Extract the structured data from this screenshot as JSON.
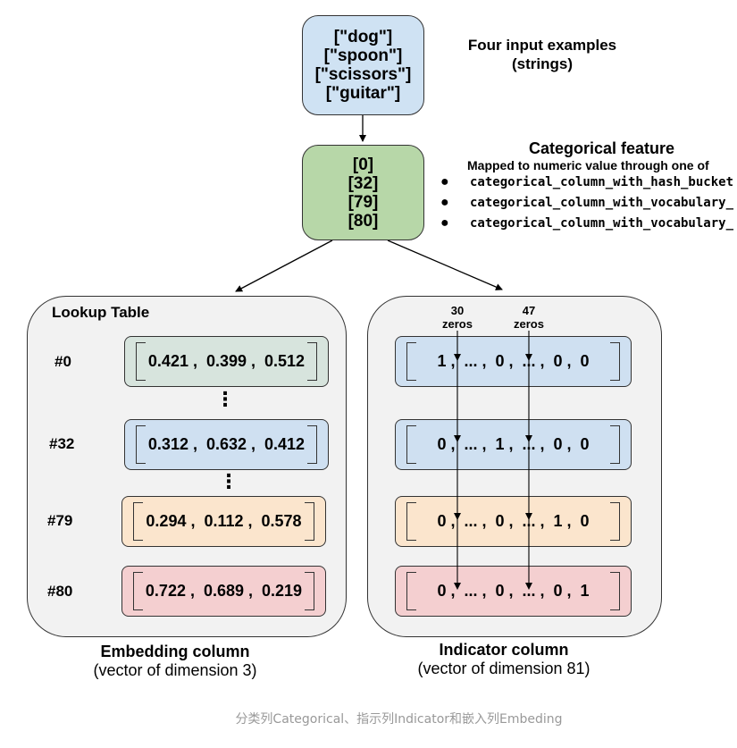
{
  "input_box": {
    "lines": [
      "[\"dog\"]",
      "[\"spoon\"]",
      "[\"scissors\"]",
      "[\"guitar\"]"
    ]
  },
  "input_caption": {
    "line1": "Four input examples",
    "line2": "(strings)"
  },
  "categorical_box": {
    "lines": [
      "[0]",
      "[32]",
      "[79]",
      "[80]"
    ]
  },
  "categorical_caption": {
    "title": "Categorical feature",
    "subtitle": "Mapped to numeric value through one of",
    "bullets": [
      "categorical_column_with_hash_bucket",
      "categorical_column_with_vocabulary_",
      "categorical_column_with_vocabulary_"
    ]
  },
  "lookup": {
    "title": "Lookup Table",
    "rows": [
      {
        "index": "#0",
        "values": "0.421 ,  0.399 ,  0.512",
        "color": "#d7e4dd"
      },
      {
        "index": "#32",
        "values": "0.312 ,  0.632 ,  0.412",
        "color": "#cfe0f1"
      },
      {
        "index": "#79",
        "values": "0.294 ,  0.112 ,  0.578",
        "color": "#fbe5cd"
      },
      {
        "index": "#80",
        "values": "0.722 ,  0.689 ,  0.219",
        "color": "#f4cfd0"
      }
    ],
    "ellipsis": "⋮"
  },
  "indicator": {
    "zeros_left": {
      "count": "30",
      "word": "zeros"
    },
    "zeros_right": {
      "count": "47",
      "word": "zeros"
    },
    "rows": [
      {
        "values": "1 ,  ... ,  0 ,  ... ,  0 ,  0",
        "color": "#cfe0f1"
      },
      {
        "values": "0 ,  ... ,  1 ,  ... ,  0 ,  0",
        "color": "#cfe0f1"
      },
      {
        "values": "0 ,  ... ,  0 ,  ... ,  1 ,  0",
        "color": "#fbe5cd"
      },
      {
        "values": "0 ,  ... ,  0 ,  ... ,  0 ,  1",
        "color": "#f4cfd0"
      }
    ]
  },
  "embedding_caption": {
    "title": "Embedding column",
    "subtitle": "(vector of dimension 3)"
  },
  "indicator_caption": {
    "title": "Indicator column",
    "subtitle": "(vector of dimension 81)"
  },
  "footer": "分类列Categorical、指示列Indicator和嵌入列Embeding",
  "colors": {
    "input_box": "#cfe2f3",
    "categorical_box": "#b7d7a8",
    "panel_bg": "#f2f2f2",
    "caption_gray": "#999999"
  }
}
